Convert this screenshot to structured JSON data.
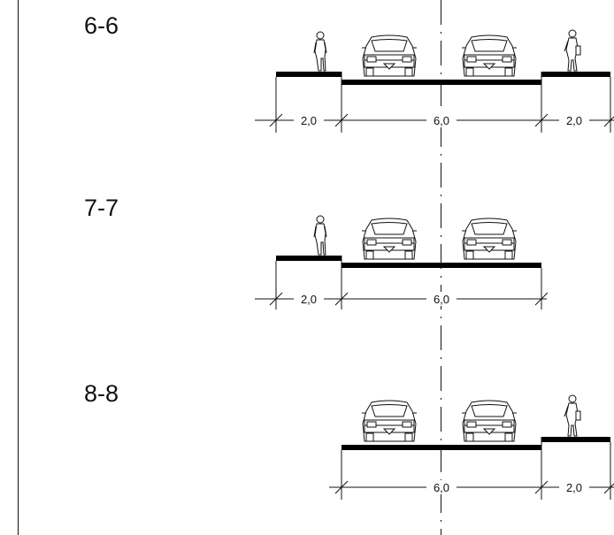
{
  "sections": [
    {
      "label": "6-6",
      "dims": [
        "2,0",
        "6,0",
        "2,0"
      ]
    },
    {
      "label": "7-7",
      "dims": [
        "2,0",
        "6,0"
      ]
    },
    {
      "label": "8-8",
      "dims": [
        "6,0",
        "2,0"
      ]
    }
  ]
}
